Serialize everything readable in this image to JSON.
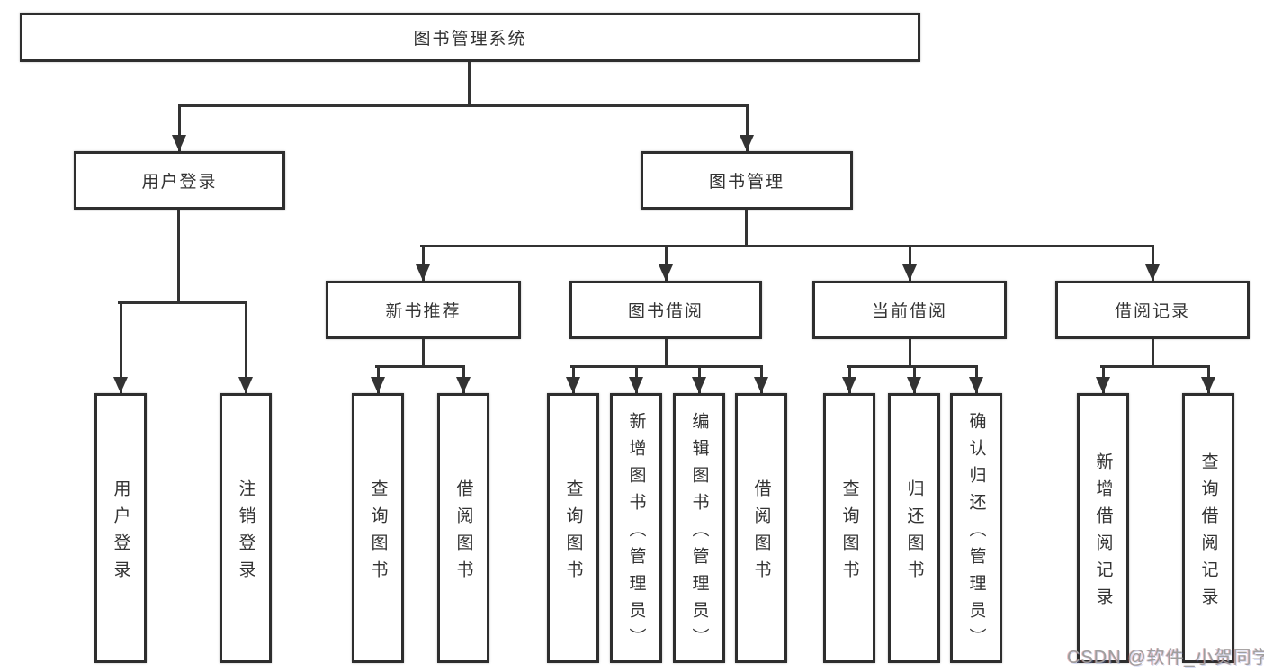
{
  "diagram": {
    "title": "图书管理系统",
    "watermark": "CSDN @软件_小贺同学",
    "colors": {
      "line": "#333333",
      "border": "#2e2e2e",
      "background": "#ffffff",
      "text": "#333333",
      "watermark": "#9e9e9e"
    },
    "root": {
      "label": "图书管理系统"
    },
    "level2": [
      {
        "label": "用户登录"
      },
      {
        "label": "图书管理"
      }
    ],
    "level3": [
      {
        "label": "新书推荐"
      },
      {
        "label": "图书借阅"
      },
      {
        "label": "当前借阅"
      },
      {
        "label": "借阅记录"
      }
    ],
    "leaves": [
      {
        "label": "用户登录"
      },
      {
        "label": "注销登录"
      },
      {
        "label": "查询图书"
      },
      {
        "label": "借阅图书"
      },
      {
        "label": "查询图书"
      },
      {
        "label": "新增图书（管理员）"
      },
      {
        "label": "编辑图书（管理员）"
      },
      {
        "label": "借阅图书"
      },
      {
        "label": "查询图书"
      },
      {
        "label": "归还图书"
      },
      {
        "label": "确认归还（管理员）"
      },
      {
        "label": "新增借阅记录"
      },
      {
        "label": "查询借阅记录"
      }
    ]
  }
}
